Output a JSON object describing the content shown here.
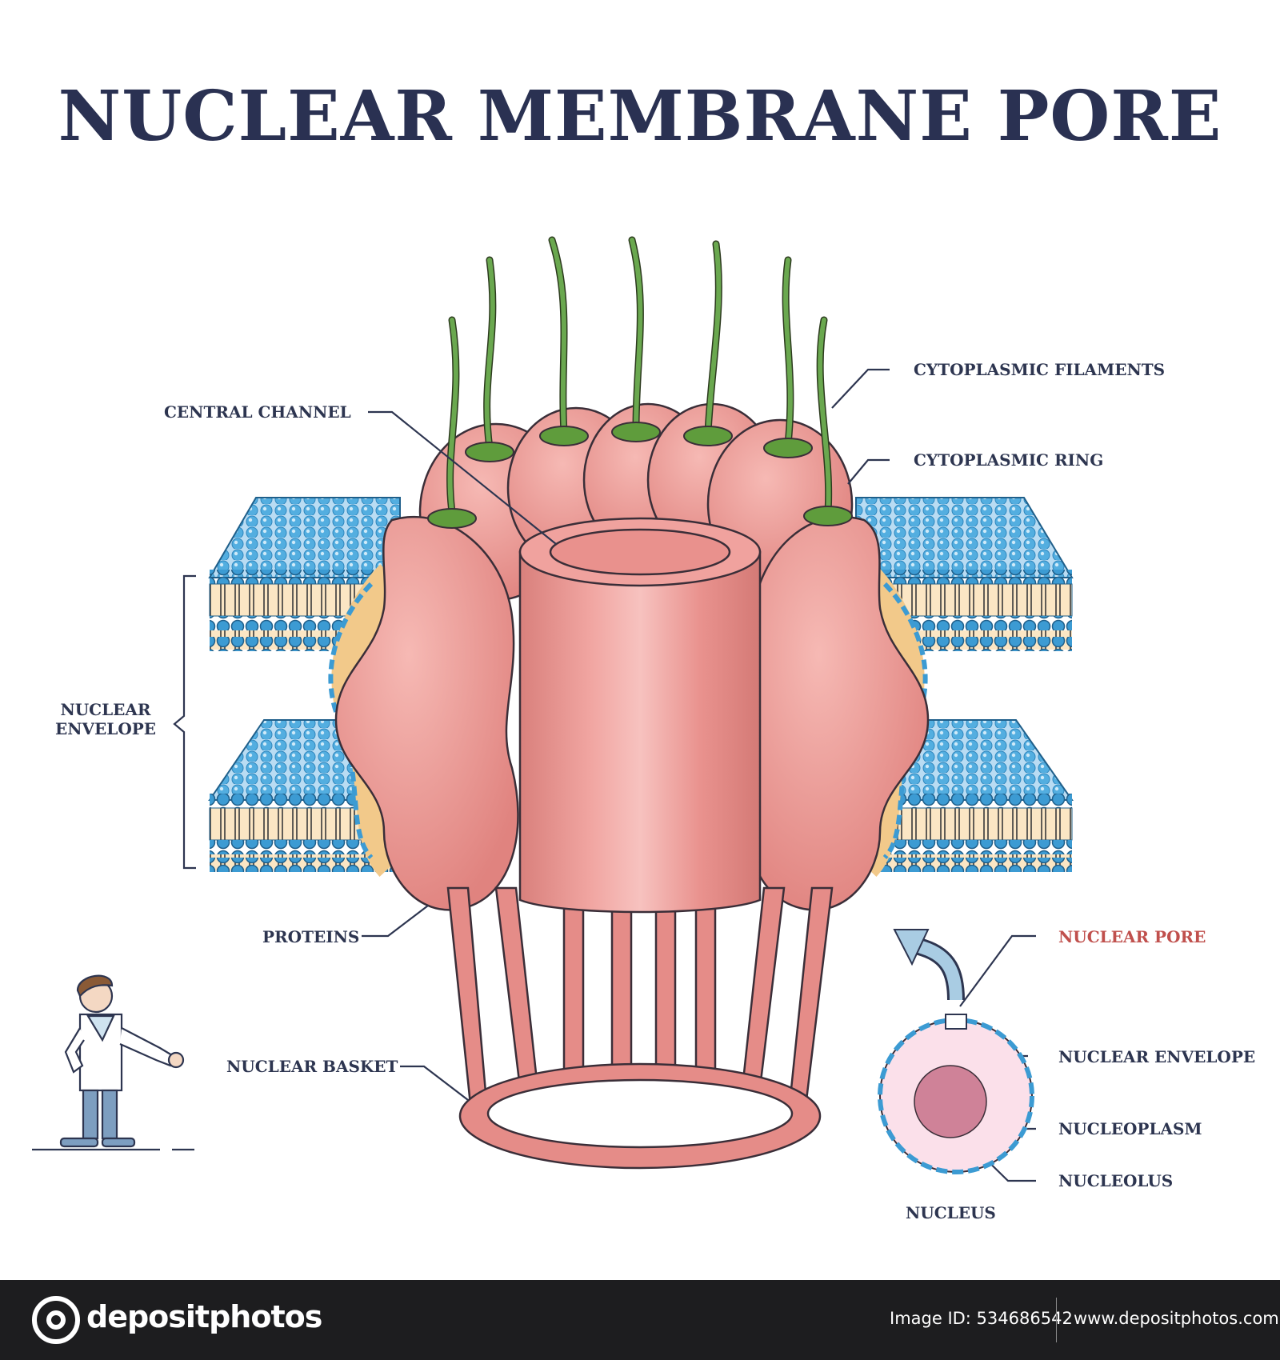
{
  "title": "NUCLEAR MEMBRANE PORE",
  "labels": {
    "cytoplasmic_filaments": "CYTOPLASMIC FILAMENTS",
    "central_channel": "CENTRAL CHANNEL",
    "cytoplasmic_ring": "CYTOPLASMIC RING",
    "nuclear_envelope_left_line1": "NUCLEAR",
    "nuclear_envelope_left_line2": "ENVELOPE",
    "proteins": "PROTEINS",
    "nuclear_basket": "NUCLEAR BASKET",
    "nuclear_pore": "NUCLEAR PORE",
    "nuclear_envelope_right": "NUCLEAR ENVELOPE",
    "nucleoplasm": "NUCLEOPLASM",
    "nucleolus": "NUCLEOLUS",
    "nucleus": "NUCLEUS"
  },
  "footer": {
    "logo_text": "depositphotos",
    "image_id": "Image ID: 534686542",
    "site": "www.depositphotos.com"
  },
  "colors": {
    "title": "#2a3152",
    "label": "#2d3550",
    "label_highlight": "#c0504d",
    "protein_pink": "#e7928f",
    "filament_green": "#5f9c3c",
    "lipid_head_blue": "#3c9bd3",
    "lipid_tail_yellow": "#f2c98a",
    "nucleus_fill": "#fbe0ea",
    "nucleolus_fill": "#cf8298"
  },
  "icons": {
    "scientist": "scientist-figure-icon",
    "arrow": "curved-arrow-up-left-icon",
    "logo": "depositphotos-logo-icon"
  }
}
